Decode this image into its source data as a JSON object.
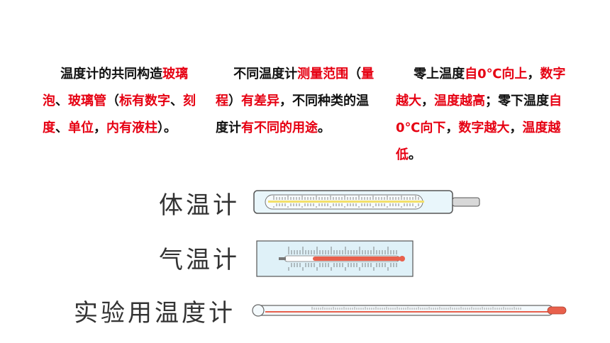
{
  "columns": [
    {
      "segments": [
        {
          "text": "    温度计的共同构造",
          "red": false
        },
        {
          "text": "玻璃泡",
          "red": true
        },
        {
          "text": "、",
          "red": false
        },
        {
          "text": "玻璃管",
          "red": true
        },
        {
          "text": "（",
          "red": false
        },
        {
          "text": "标有数字",
          "red": true
        },
        {
          "text": "、",
          "red": false
        },
        {
          "text": "刻度",
          "red": true
        },
        {
          "text": "、",
          "red": false
        },
        {
          "text": "单位",
          "red": true
        },
        {
          "text": "，",
          "red": false
        },
        {
          "text": "内有液柱",
          "red": true
        },
        {
          "text": "）。",
          "red": false
        }
      ]
    },
    {
      "segments": [
        {
          "text": "    不同温度计",
          "red": false
        },
        {
          "text": "测量范围",
          "red": true
        },
        {
          "text": "（",
          "red": false
        },
        {
          "text": "量程",
          "red": true
        },
        {
          "text": "）",
          "red": false
        },
        {
          "text": "有差异",
          "red": true
        },
        {
          "text": "，不同种类的温度计",
          "red": false
        },
        {
          "text": "有不同的用途",
          "red": true
        },
        {
          "text": "。",
          "red": false
        }
      ]
    },
    {
      "segments": [
        {
          "text": "    零上温度",
          "red": false
        },
        {
          "text": "自0℃向上",
          "red": true
        },
        {
          "text": "，",
          "red": false
        },
        {
          "text": "数字越大",
          "red": true
        },
        {
          "text": "，",
          "red": false
        },
        {
          "text": "温度越高",
          "red": true
        },
        {
          "text": "；零下温度",
          "red": false
        },
        {
          "text": "自0℃向下",
          "red": true
        },
        {
          "text": "，",
          "red": false
        },
        {
          "text": "数字越大",
          "red": true
        },
        {
          "text": "，",
          "red": false
        },
        {
          "text": "温度越低",
          "red": true
        },
        {
          "text": "。",
          "red": false
        }
      ]
    }
  ],
  "thermometers": {
    "body": "体温计",
    "air": "气温计",
    "lab": "实验用温度计"
  },
  "colors": {
    "highlight": "#e60012",
    "liquid": "#e8604c",
    "body_liquid": "#f2e06a",
    "tube": "#e9f6fb",
    "panel": "#dff1f8",
    "outline": "#555555"
  }
}
